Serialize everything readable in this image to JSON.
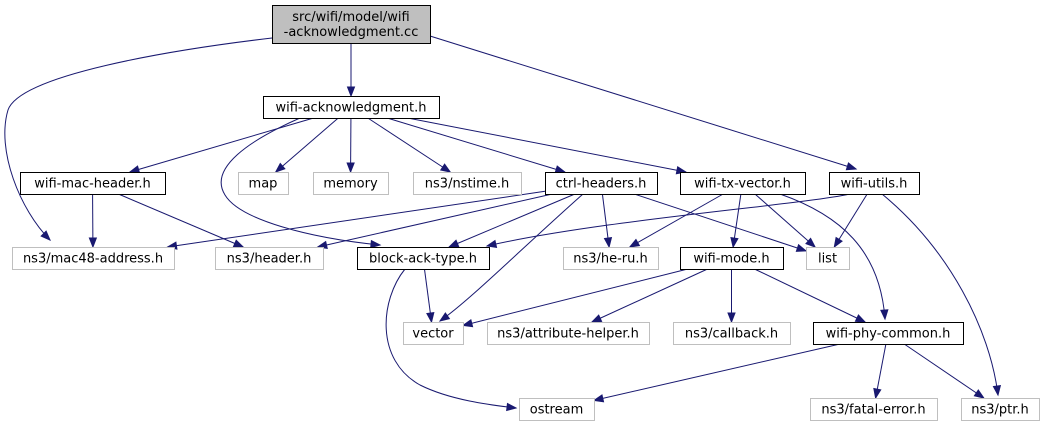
{
  "diagram": {
    "title": "",
    "nodes": [
      {
        "id": "root",
        "kind": "root",
        "lines": [
          "src/wifi/model/wifi",
          "-acknowledgment.cc"
        ]
      },
      {
        "id": "wifi-ack-h",
        "kind": "doc",
        "lines": [
          "wifi-acknowledgment.h"
        ]
      },
      {
        "id": "wifi-mac-header",
        "kind": "doc",
        "lines": [
          "wifi-mac-header.h"
        ]
      },
      {
        "id": "map",
        "kind": "ext",
        "lines": [
          "map"
        ]
      },
      {
        "id": "memory",
        "kind": "ext",
        "lines": [
          "memory"
        ]
      },
      {
        "id": "nstime",
        "kind": "ext",
        "lines": [
          "ns3/nstime.h"
        ]
      },
      {
        "id": "ctrl-headers",
        "kind": "doc",
        "lines": [
          "ctrl-headers.h"
        ]
      },
      {
        "id": "wifi-tx-vector",
        "kind": "doc",
        "lines": [
          "wifi-tx-vector.h"
        ]
      },
      {
        "id": "wifi-utils",
        "kind": "doc",
        "lines": [
          "wifi-utils.h"
        ]
      },
      {
        "id": "mac48",
        "kind": "ext",
        "lines": [
          "ns3/mac48-address.h"
        ]
      },
      {
        "id": "header",
        "kind": "ext",
        "lines": [
          "ns3/header.h"
        ]
      },
      {
        "id": "block-ack-type",
        "kind": "doc",
        "lines": [
          "block-ack-type.h"
        ]
      },
      {
        "id": "he-ru",
        "kind": "ext",
        "lines": [
          "ns3/he-ru.h"
        ]
      },
      {
        "id": "wifi-mode",
        "kind": "doc",
        "lines": [
          "wifi-mode.h"
        ]
      },
      {
        "id": "list",
        "kind": "ext",
        "lines": [
          "list"
        ]
      },
      {
        "id": "vector",
        "kind": "ext",
        "lines": [
          "vector"
        ]
      },
      {
        "id": "attribute-helper",
        "kind": "ext",
        "lines": [
          "ns3/attribute-helper.h"
        ]
      },
      {
        "id": "callback",
        "kind": "ext",
        "lines": [
          "ns3/callback.h"
        ]
      },
      {
        "id": "wifi-phy-common",
        "kind": "doc",
        "lines": [
          "wifi-phy-common.h"
        ]
      },
      {
        "id": "ostream",
        "kind": "ext",
        "lines": [
          "ostream"
        ]
      },
      {
        "id": "fatal-error",
        "kind": "ext",
        "lines": [
          "ns3/fatal-error.h"
        ]
      },
      {
        "id": "ptr",
        "kind": "ext",
        "lines": [
          "ns3/ptr.h"
        ]
      }
    ],
    "edges": [
      [
        "root",
        "wifi-ack-h"
      ],
      [
        "root",
        "mac48"
      ],
      [
        "root",
        "wifi-utils"
      ],
      [
        "wifi-ack-h",
        "wifi-mac-header"
      ],
      [
        "wifi-ack-h",
        "map"
      ],
      [
        "wifi-ack-h",
        "memory"
      ],
      [
        "wifi-ack-h",
        "nstime"
      ],
      [
        "wifi-ack-h",
        "ctrl-headers"
      ],
      [
        "wifi-ack-h",
        "wifi-tx-vector"
      ],
      [
        "wifi-ack-h",
        "block-ack-type"
      ],
      [
        "wifi-mac-header",
        "mac48"
      ],
      [
        "wifi-mac-header",
        "header"
      ],
      [
        "ctrl-headers",
        "mac48"
      ],
      [
        "ctrl-headers",
        "header"
      ],
      [
        "ctrl-headers",
        "block-ack-type"
      ],
      [
        "ctrl-headers",
        "he-ru"
      ],
      [
        "ctrl-headers",
        "list"
      ],
      [
        "ctrl-headers",
        "vector"
      ],
      [
        "wifi-tx-vector",
        "he-ru"
      ],
      [
        "wifi-tx-vector",
        "wifi-mode"
      ],
      [
        "wifi-tx-vector",
        "list"
      ],
      [
        "wifi-tx-vector",
        "wifi-phy-common"
      ],
      [
        "wifi-utils",
        "block-ack-type"
      ],
      [
        "wifi-utils",
        "list"
      ],
      [
        "wifi-utils",
        "ptr"
      ],
      [
        "block-ack-type",
        "vector"
      ],
      [
        "block-ack-type",
        "ostream"
      ],
      [
        "wifi-mode",
        "vector"
      ],
      [
        "wifi-mode",
        "attribute-helper"
      ],
      [
        "wifi-mode",
        "callback"
      ],
      [
        "wifi-mode",
        "wifi-phy-common"
      ],
      [
        "wifi-phy-common",
        "ostream"
      ],
      [
        "wifi-phy-common",
        "fatal-error"
      ],
      [
        "wifi-phy-common",
        "ptr"
      ]
    ]
  }
}
